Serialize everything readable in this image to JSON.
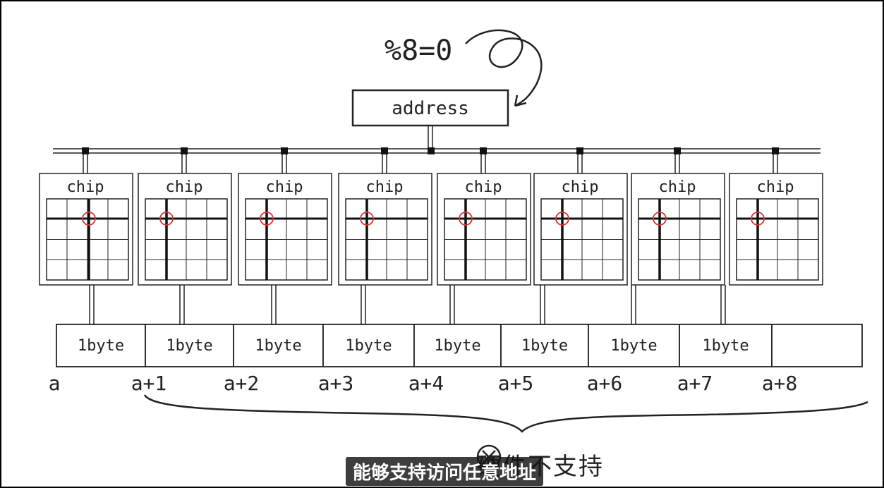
{
  "equation": "%8=0",
  "address_label": "address",
  "chips": [
    {
      "label": "chip"
    },
    {
      "label": "chip"
    },
    {
      "label": "chip"
    },
    {
      "label": "chip"
    },
    {
      "label": "chip"
    },
    {
      "label": "chip"
    },
    {
      "label": "chip"
    },
    {
      "label": "chip"
    }
  ],
  "memory_cells": [
    "1byte",
    "1byte",
    "1byte",
    "1byte",
    "1byte",
    "1byte",
    "1byte",
    "1byte",
    ""
  ],
  "address_labels": [
    "a",
    "a+1",
    "a+2",
    "a+3",
    "a+4",
    "a+5",
    "a+6",
    "a+7",
    "a+8"
  ],
  "note": "硬件不支持",
  "subtitle": "能够支持访问任意地址",
  "colors": {
    "ink": "#222222",
    "marker": "#e03030",
    "paper": "#ffffff"
  }
}
